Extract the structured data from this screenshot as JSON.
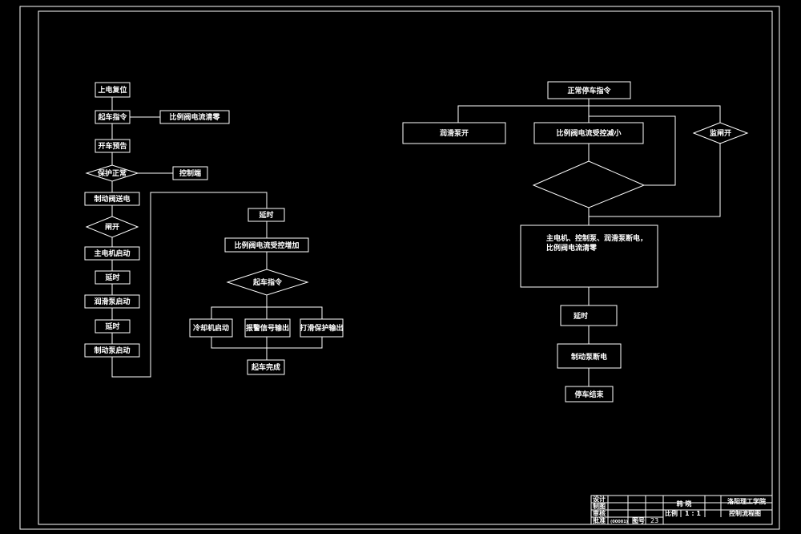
{
  "flowchart_left": {
    "power_reset": "上电复位",
    "start_cmd": "起车指令",
    "valve_zero": "比例阀电流清零",
    "start_warning": "开车预告",
    "protection_ok": "保护正常",
    "fault_return": "控制端",
    "brake_valve_power": "制动阀送电",
    "open_gate": "闸开",
    "main_motor_start": "主电机启动",
    "delay_1": "延时",
    "lube_pump_start": "润滑泵启动",
    "delay_2": "延时",
    "brake_pump_start": "制动泵启动",
    "delay_3": "延时",
    "valve_increase": "比例阀电流受控增加",
    "start_cmd_2": "起车指令",
    "cooler_start": "冷却机启动",
    "alarm_output": "报警信号输出",
    "brake_protect_output": "打滑保护输出",
    "start_complete": "起车完成"
  },
  "flowchart_right": {
    "normal_stop_cmd": "正常停车指令",
    "lube_open": "润滑泵开",
    "valve_decrease": "比例阀电流受控减小",
    "gate_open": "监闸开",
    "stop_power_off": "主电机、控制泵、润滑泵断电，",
    "valve_zero": "比例阀电流清零",
    "delay": "延时",
    "brake_power_off": "制动泵断电",
    "stop_end": "停车结束"
  },
  "title_block": {
    "design": "设计",
    "draw": "制图",
    "review": "审核",
    "approve": "批准",
    "designer": "韩 晓",
    "school": "洛阳理工学院",
    "scale_label": "比例",
    "scale_value": "1 : 1",
    "drawing_title": "控制流程图",
    "sheet_label": "图号",
    "sheet_no": "23",
    "mark": "(00001)"
  }
}
